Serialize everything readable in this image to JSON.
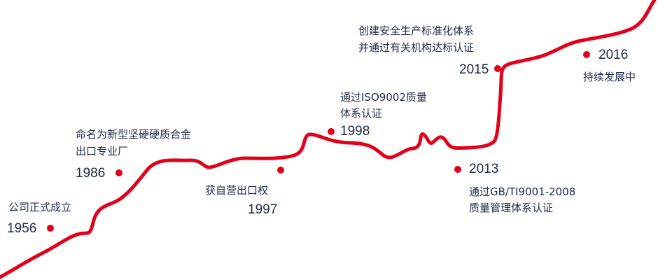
{
  "colors": {
    "line": "#e2001a",
    "text": "#1e2848",
    "dot": "#e2001a"
  },
  "events": [
    {
      "year": "1956",
      "lines": [
        "公司正式成立"
      ]
    },
    {
      "year": "1986",
      "lines": [
        "命名为新型坚硬硬质合金",
        "出口专业厂"
      ]
    },
    {
      "year": "1997",
      "lines": [
        "获自营出口权"
      ]
    },
    {
      "year": "1998",
      "lines": [
        "通过ISO9002质量",
        "体系认证"
      ]
    },
    {
      "year": "2013",
      "lines": [
        "通过GB/TI9001-2008",
        "质量管理体系认证"
      ]
    },
    {
      "year": "2015",
      "lines": [
        "创建安全生产标准化体系",
        "并通过有关机构达标认证"
      ]
    },
    {
      "year": "2016",
      "lines": [
        "持续发展中"
      ]
    }
  ]
}
